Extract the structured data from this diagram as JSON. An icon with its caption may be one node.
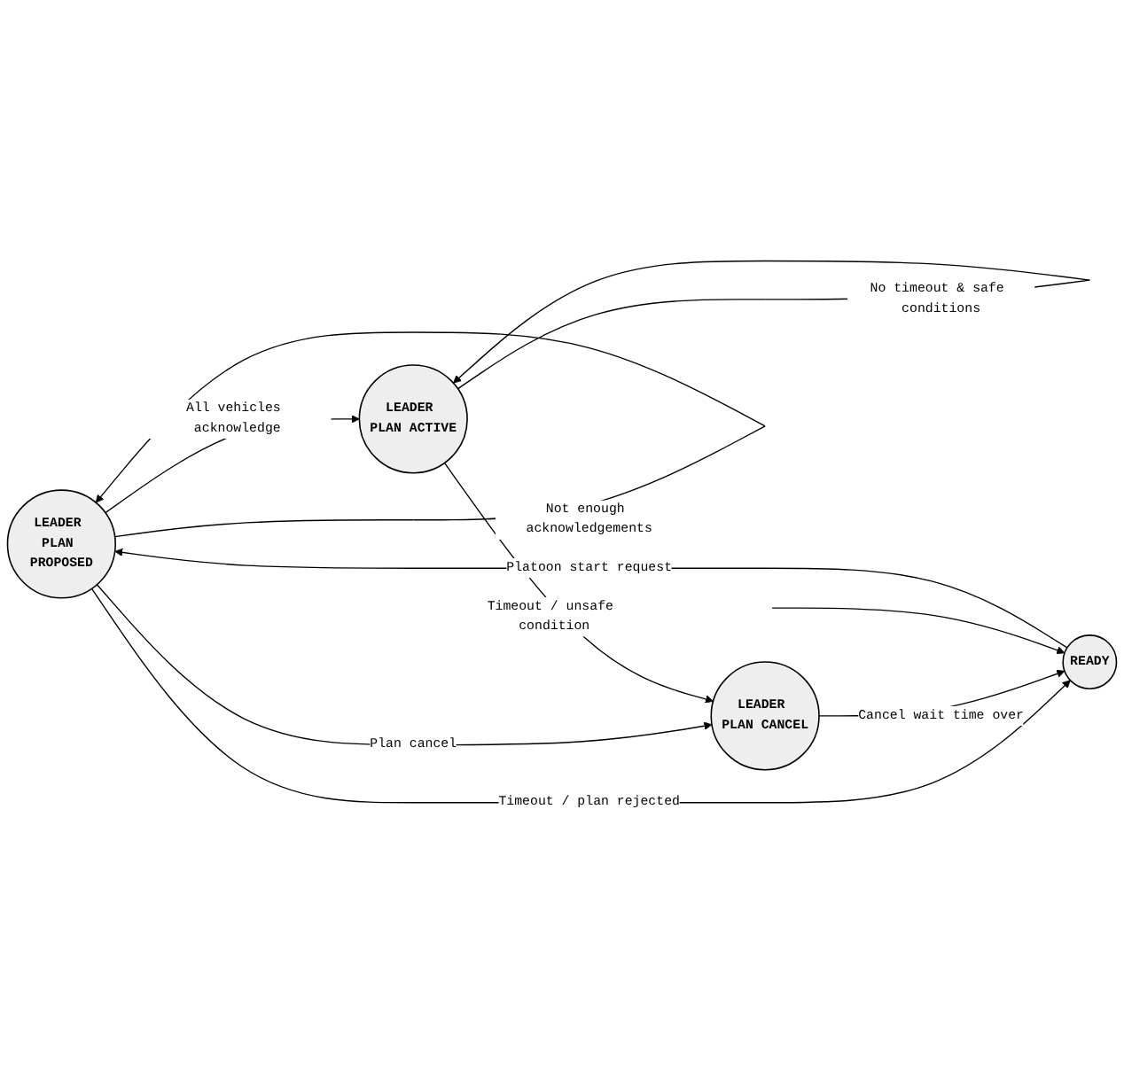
{
  "diagram": {
    "nodes": [
      {
        "text": [
          "LEADER PLAN PROPOSED"
        ]
      },
      {
        "text": [
          "LEADER PLAN ACTIVE"
        ]
      },
      {
        "text": [
          "READY"
        ]
      },
      {
        "text": [
          "LEADER PLAN CANCEL"
        ]
      }
    ],
    "edges": [
      {
        "from": 0,
        "to": 0,
        "arrow": "to",
        "label": "Not enough acknowledgements"
      },
      {
        "from": 1,
        "to": 1,
        "arrow": "to",
        "label": "No timeout & safe conditions"
      },
      {
        "from": 0,
        "to": 1,
        "arrow": "to",
        "label": "All vehicles acknowledge"
      },
      {
        "from": 0,
        "to": 3,
        "arrow": "to",
        "label": "Plan cancel"
      },
      {
        "from": 0,
        "to": 2,
        "arrow": "to",
        "label": "Timeout / plan rejected"
      },
      {
        "from": 2,
        "to": 0,
        "arrow": "to",
        "label": "Platoon start request"
      },
      {
        "from": 1,
        "to": 3,
        "arrow": "to",
        "label": "Timeout / unsafe condition"
      },
      {
        "from": 3,
        "to": 2,
        "arrow": "to",
        "label": "Cancel wait time over"
      },
      {
        "from": null,
        "to": 2,
        "arrow": "to"
      }
    ]
  }
}
